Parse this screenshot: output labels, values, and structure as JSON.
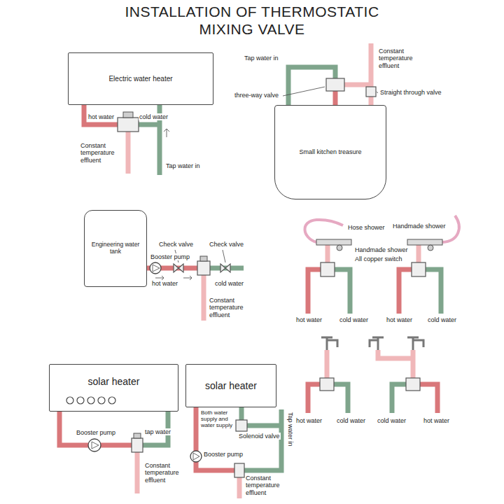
{
  "diagram": {
    "title": "INSTALLATION OF THERMOSTATIC MIXING VALVE",
    "nodes": [
      {
        "text": [
          "Electric water heater"
        ]
      },
      {
        "text": [
          "Small kitchen treasure"
        ]
      },
      {
        "text": [
          "Engineering water tank"
        ]
      },
      {
        "text": [
          "solar heater"
        ]
      },
      {
        "text": [
          "solar heater"
        ]
      }
    ],
    "labels": [
      "hot water",
      "cold water",
      "Constant temperature effluent",
      "Tap water in",
      "Tap water in",
      "three-way valve",
      "Straight through valve",
      "Constant temperature effluent",
      "Check valve",
      "Check valve",
      "Booster pump",
      "hot water",
      "cold water",
      "Constant temperature effluent",
      "Hose shower",
      "Handmade shower",
      "Handmade shower",
      "All copper switch",
      "hot water",
      "cold water",
      "hot water",
      "cold water",
      "hot water",
      "cold water",
      "cold water",
      "hot water",
      "Booster pump",
      "tap water",
      "Constant temperature effluent",
      "Both water supply and water supply",
      "Solenoid valve",
      "Tap water in",
      "Booster pump",
      "Constant temperature effluent"
    ]
  }
}
